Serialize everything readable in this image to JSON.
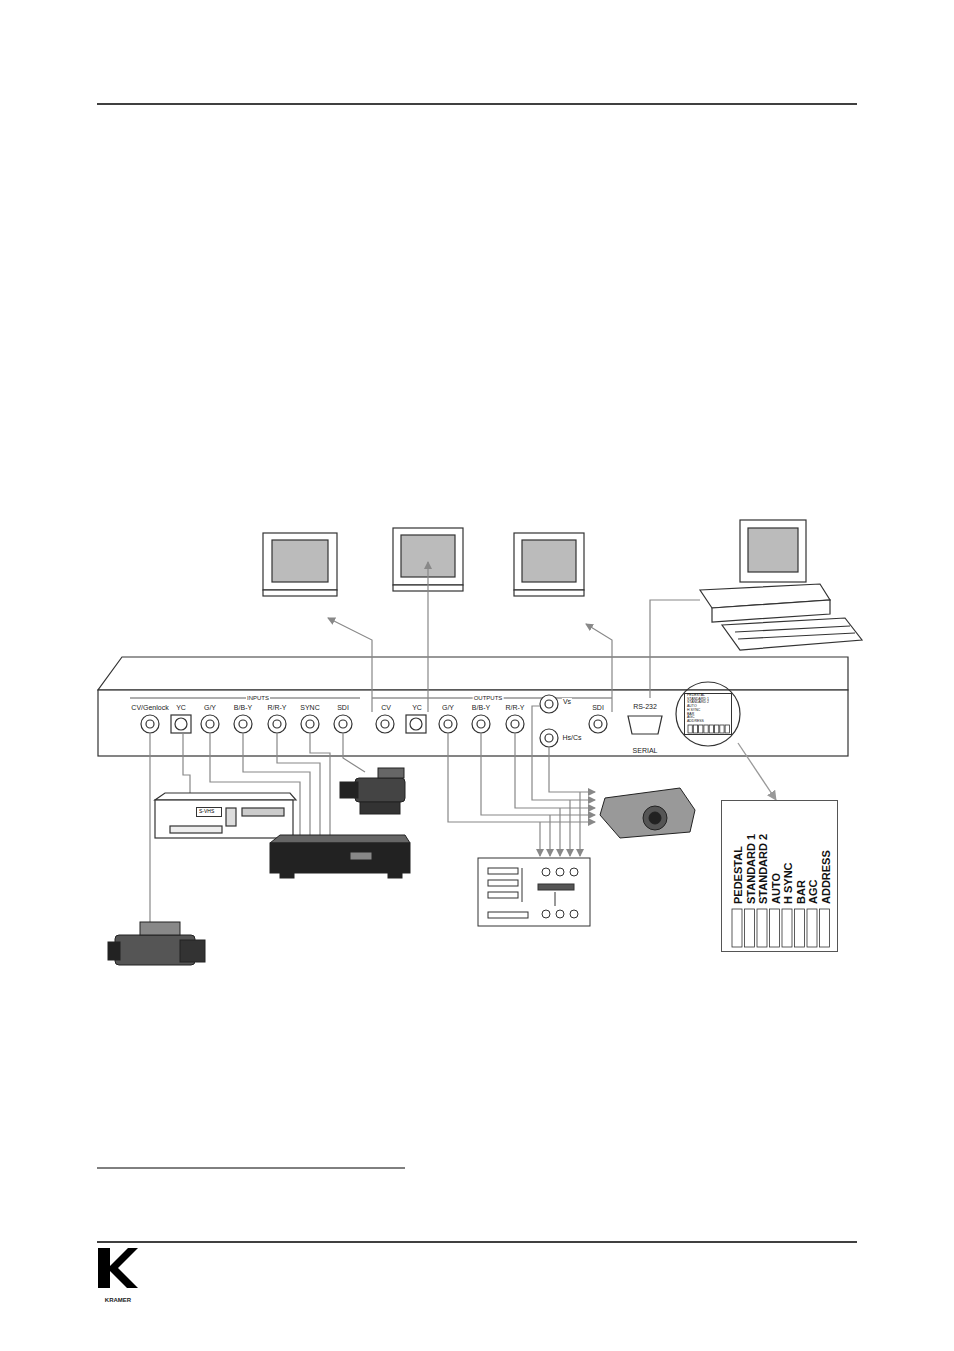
{
  "diagram": {
    "nodes": [
      {
        "text": [
          "PEDESTAL",
          "STANDARD 1",
          "STANDARD 2",
          "AUTO",
          "H SYNC",
          "BAR",
          "AGC",
          "ADDRESS"
        ]
      },
      {
        "text": [
          "PEDESTAL",
          "STANDARD 1",
          "STANDARD 2",
          "AUTO",
          "H SYNC",
          "BAR",
          "AGC",
          "ADDRESS"
        ]
      },
      {
        "text": [
          "S-VHS"
        ]
      }
    ],
    "edges": [
      {
        "from": 0,
        "to": 1,
        "arrow": "to"
      }
    ],
    "labels": [
      "INPUTS",
      "CV/Genlock",
      "YC",
      "G/Y",
      "B/B-Y",
      "R/R-Y",
      "SYNC",
      "SDI",
      "OUTPUTS",
      "CV",
      "YC",
      "G/Y",
      "B/B-Y",
      "R/R-Y",
      "Vs",
      "Hs/Cs",
      "SDI",
      "RS-232",
      "SERIAL",
      "KRAMER"
    ]
  }
}
